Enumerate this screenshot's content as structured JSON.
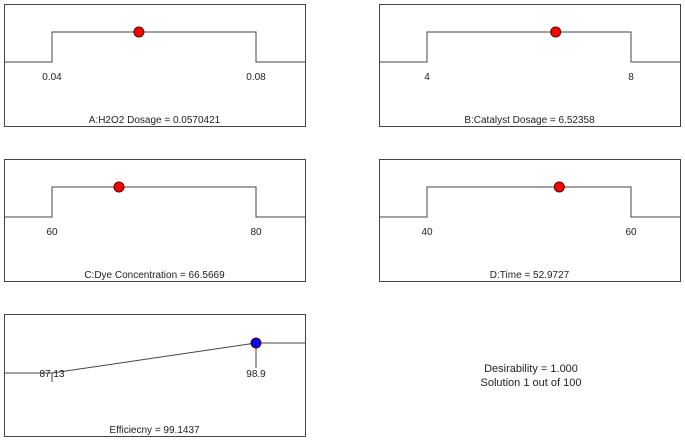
{
  "chart_data": [
    {
      "type": "desirability_ramp",
      "factor": "A:H2O2 Dosage",
      "value": 0.0570421,
      "low": 0.04,
      "high": 0.08,
      "low_label": "0.04",
      "high_label": "0.08",
      "label": "A:H2O2 Dosage = 0.0570421",
      "goal": "in range",
      "marker_color": "#ff0000"
    },
    {
      "type": "desirability_ramp",
      "factor": "B:Catalyst Dosage",
      "value": 6.52358,
      "low": 4,
      "high": 8,
      "low_label": "4",
      "high_label": "8",
      "label": "B:Catalyst Dosage = 6.52358",
      "goal": "in range",
      "marker_color": "#ff0000"
    },
    {
      "type": "desirability_ramp",
      "factor": "C:Dye Concentration",
      "value": 66.5669,
      "low": 60,
      "high": 80,
      "low_label": "60",
      "high_label": "80",
      "label": "C:Dye Concentration = 66.5669",
      "goal": "in range",
      "marker_color": "#ff0000"
    },
    {
      "type": "desirability_ramp",
      "factor": "D:Time",
      "value": 52.9727,
      "low": 40,
      "high": 60,
      "low_label": "40",
      "high_label": "60",
      "label": "D:Time = 52.9727",
      "goal": "in range",
      "marker_color": "#ff0000"
    },
    {
      "type": "desirability_ramp",
      "factor": "Efficiecny",
      "value": 99.1437,
      "low": 87.13,
      "high": 98.9,
      "low_label": "87.13",
      "high_label": "98.9",
      "label": "Efficiecny = 99.1437",
      "goal": "maximize",
      "marker_color": "#0000ff"
    }
  ],
  "summary": {
    "desirability": "Desirability = 1.000",
    "solution": "Solution 1 out of 100"
  }
}
